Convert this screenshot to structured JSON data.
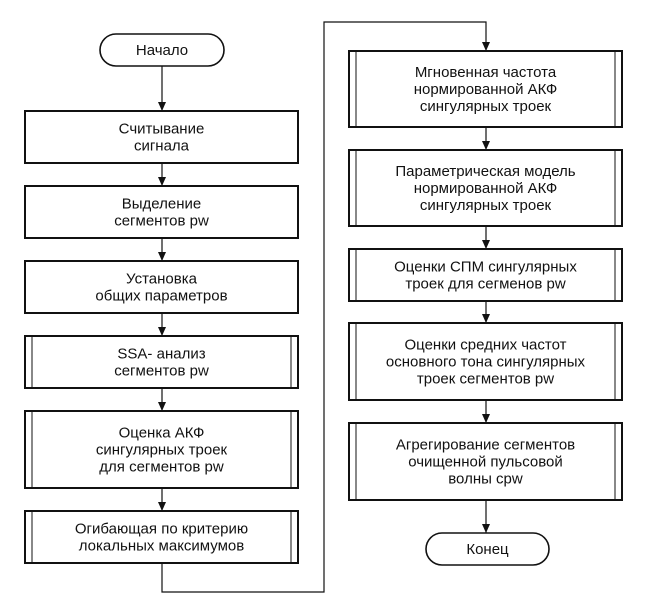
{
  "flowchart": {
    "left_column": [
      {
        "id": "start",
        "kind": "terminal",
        "lines": [
          "Начало"
        ]
      },
      {
        "id": "read-signal",
        "kind": "process",
        "lines": [
          "Считывание",
          "сигнала"
        ]
      },
      {
        "id": "select-segments",
        "kind": "process",
        "lines": [
          "Выделение",
          "сегментов pw"
        ]
      },
      {
        "id": "set-params",
        "kind": "process",
        "lines": [
          "Установка",
          "общих параметров"
        ]
      },
      {
        "id": "ssa-analysis",
        "kind": "predefined",
        "lines": [
          "SSA- анализ",
          "сегментов pw"
        ]
      },
      {
        "id": "acf-estimate",
        "kind": "predefined",
        "lines": [
          "Оценка АКФ",
          "сингулярных троек",
          "для сегментов pw"
        ]
      },
      {
        "id": "envelope",
        "kind": "predefined",
        "lines": [
          "Огибающая по критерию",
          "локальных максимумов"
        ]
      }
    ],
    "right_column": [
      {
        "id": "inst-frequency",
        "kind": "predefined",
        "lines": [
          "Мгновенная частота",
          "нормированной АКФ",
          "сингулярных троек"
        ]
      },
      {
        "id": "param-model",
        "kind": "predefined",
        "lines": [
          "Параметрическая модель",
          "нормированной АКФ",
          "сингулярных троек"
        ]
      },
      {
        "id": "psd-estimate",
        "kind": "predefined",
        "lines": [
          "Оценки СПМ сингулярных",
          "троек для сегменов pw"
        ]
      },
      {
        "id": "mean-frequency",
        "kind": "predefined",
        "lines": [
          "Оценки средних частот",
          "основного тона сингулярных",
          "троек сегментов pw"
        ]
      },
      {
        "id": "aggregation",
        "kind": "predefined",
        "lines": [
          "Агрегирование сегментов",
          "очищенной пульсовой",
          "волны cpw"
        ]
      },
      {
        "id": "end",
        "kind": "terminal",
        "lines": [
          "Конец"
        ]
      }
    ]
  }
}
